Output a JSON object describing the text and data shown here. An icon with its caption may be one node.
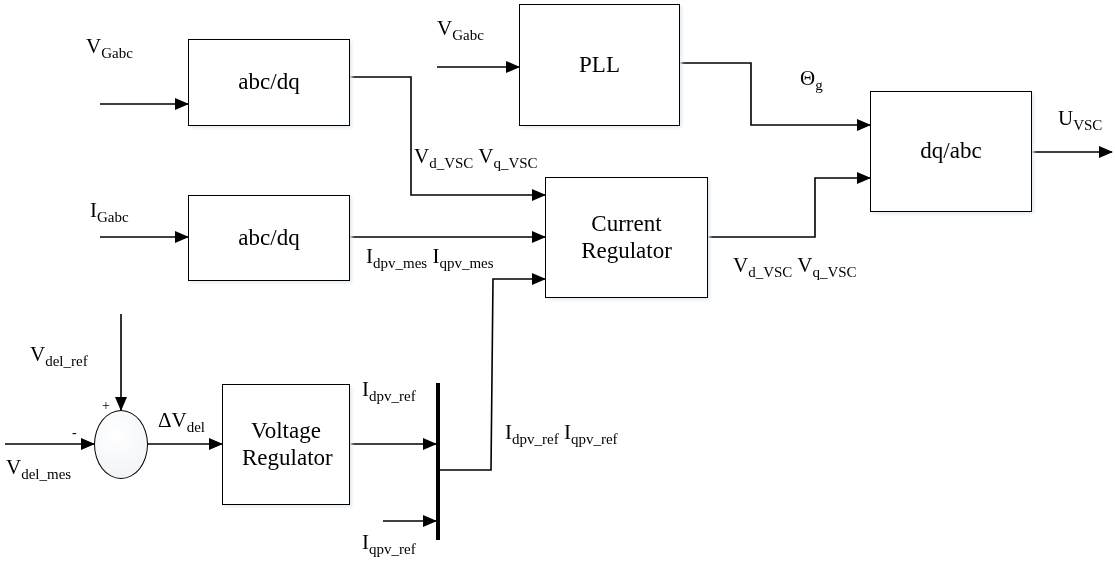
{
  "diagram": {
    "nodes": [
      {
        "text": [
          "abc/dq"
        ]
      },
      {
        "text": [
          "abc/dq"
        ]
      },
      {
        "text": [
          "PLL"
        ]
      },
      {
        "text": [
          "dq/abc"
        ]
      },
      {
        "text": [
          "Current Regulator"
        ]
      },
      {
        "text": [],
        "shape": "circle"
      },
      {
        "text": [
          "Voltage Regulator"
        ]
      },
      {
        "text": [],
        "shape": "bar"
      }
    ],
    "edges": [
      {
        "from": null,
        "to": 0,
        "arrow": "to",
        "label": "V$_{Gabc}$"
      },
      {
        "from": null,
        "to": 2,
        "arrow": "to",
        "label": "V$_{Gabc}$"
      },
      {
        "from": 0,
        "to": 4,
        "arrow": "to",
        "label": "V$_{d_VSC}$ V$_{q_VSC}$"
      },
      {
        "from": null,
        "to": 1,
        "arrow": "to",
        "label": "I$_{Gabc}$"
      },
      {
        "from": 1,
        "to": 4,
        "arrow": "to",
        "label": "I$_{dpv_mes}$ I$_{qpv_mes}$"
      },
      {
        "from": 2,
        "to": 3,
        "arrow": "to",
        "label": "Θ$_{g}$"
      },
      {
        "from": 4,
        "to": 3,
        "arrow": "to",
        "label": "V$_{d_VSC}$ V$_{q_VSC}$"
      },
      {
        "from": 3,
        "to": null,
        "arrow": "to",
        "label": "U$_{VSC}$"
      },
      {
        "from": null,
        "to": 5,
        "arrow": "to",
        "label": "V$_{del_ref}$"
      },
      {
        "from": null,
        "to": 5,
        "arrow": "to",
        "label": "V$_{del_mes}$"
      },
      {
        "from": 5,
        "to": 6,
        "arrow": "to",
        "label": "ΔV$_{del}$"
      },
      {
        "from": 6,
        "to": 7,
        "arrow": "to",
        "label": "I$_{dpv_ref}$"
      },
      {
        "from": null,
        "to": 7,
        "arrow": "to",
        "label": "I$_{qpv_ref}$"
      },
      {
        "from": 7,
        "to": 4,
        "arrow": "to",
        "label": "I$_{dpv_ref}$ I$_{qpv_ref}$"
      }
    ],
    "labels": [
      "+",
      "-"
    ]
  }
}
